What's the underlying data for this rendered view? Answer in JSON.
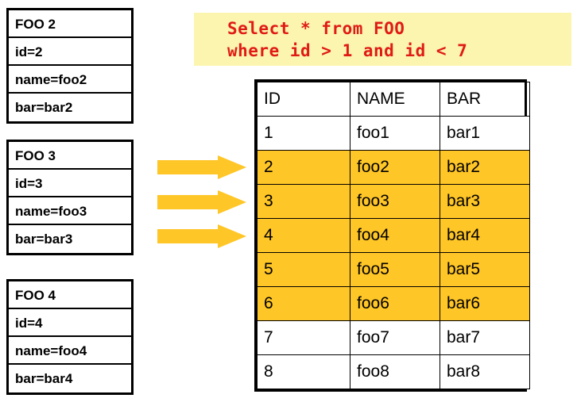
{
  "entities": [
    {
      "title": "FOO 2",
      "fields": [
        "id=2",
        "name=foo2",
        "bar=bar2"
      ]
    },
    {
      "title": "FOO 3",
      "fields": [
        "id=3",
        "name=foo3",
        "bar=bar3"
      ]
    },
    {
      "title": "FOO 4",
      "fields": [
        "id=4",
        "name=foo4",
        "bar=bar4"
      ]
    }
  ],
  "query": {
    "line1": "Select * from FOO",
    "line2": "where id > 1 and id < 7",
    "background_color": "#fcf5b0",
    "text_color": "#e01b16"
  },
  "arrows": {
    "count": 3,
    "color": "#ffc627",
    "icon": "arrow-right-icon"
  },
  "table": {
    "columns": [
      "ID",
      "NAME",
      "BAR"
    ],
    "highlight_color": "#ffc627",
    "rows": [
      {
        "id": "1",
        "name": "foo1",
        "bar": "bar1",
        "selected": false
      },
      {
        "id": "2",
        "name": "foo2",
        "bar": "bar2",
        "selected": true
      },
      {
        "id": "3",
        "name": "foo3",
        "bar": "bar3",
        "selected": true
      },
      {
        "id": "4",
        "name": "foo4",
        "bar": "bar4",
        "selected": true
      },
      {
        "id": "5",
        "name": "foo5",
        "bar": "bar5",
        "selected": true
      },
      {
        "id": "6",
        "name": "foo6",
        "bar": "bar6",
        "selected": true
      },
      {
        "id": "7",
        "name": "foo7",
        "bar": "bar7",
        "selected": false
      },
      {
        "id": "8",
        "name": "foo8",
        "bar": "bar8",
        "selected": false
      }
    ]
  }
}
